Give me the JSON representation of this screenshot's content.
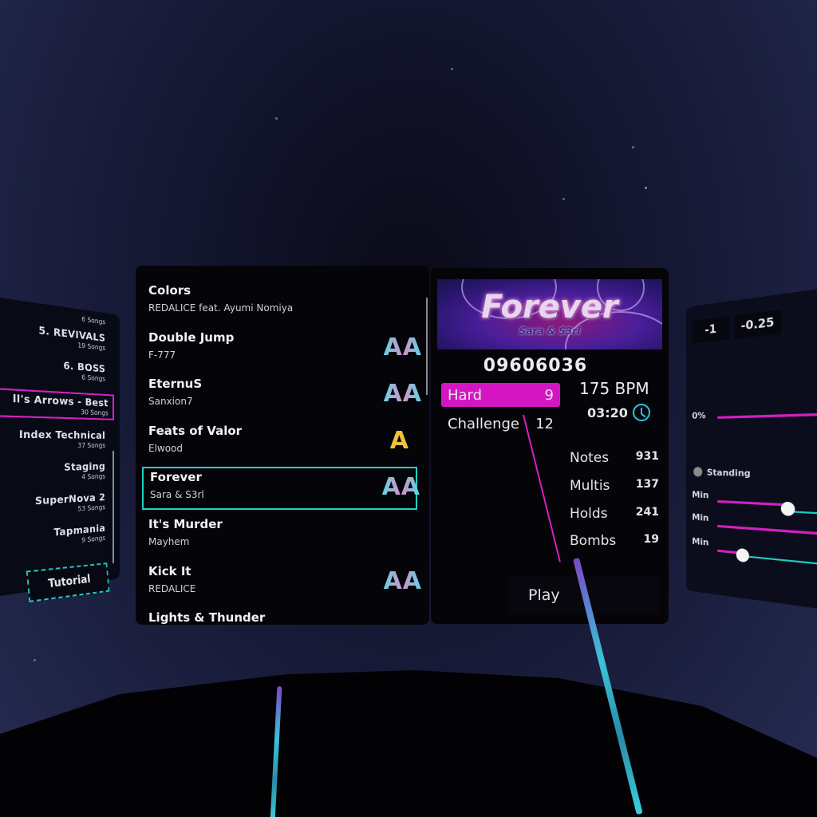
{
  "categories": {
    "items": [
      {
        "name": "",
        "count": "6 Songs"
      },
      {
        "name": "5. REVIVALS",
        "count": "19 Songs"
      },
      {
        "name": "6. BOSS",
        "count": "6 Songs"
      },
      {
        "name": "ll's Arrows - Best",
        "count": "30 Songs",
        "selected": true
      },
      {
        "name": "Index Technical",
        "count": "37 Songs"
      },
      {
        "name": "Staging",
        "count": "4 Songs"
      },
      {
        "name": "SuperNova 2",
        "count": "53 Songs"
      },
      {
        "name": "Tapmania",
        "count": "9 Songs"
      }
    ],
    "tutorial_label": "Tutorial"
  },
  "songs": [
    {
      "title": "Colors",
      "artist": "REDALICE feat. Ayumi Nomiya",
      "grade": ""
    },
    {
      "title": "Double Jump",
      "artist": "F-777",
      "grade": "AA"
    },
    {
      "title": "EternuS",
      "artist": "Sanxion7",
      "grade": "AA"
    },
    {
      "title": "Feats of Valor",
      "artist": "Elwood",
      "grade": "A"
    },
    {
      "title": "Forever",
      "artist": "Sara & S3rl",
      "grade": "AA",
      "selected": true
    },
    {
      "title": "It's Murder",
      "artist": "Mayhem",
      "grade": ""
    },
    {
      "title": "Kick It",
      "artist": "REDALICE",
      "grade": "AA"
    },
    {
      "title": "Lights & Thunder",
      "artist": "",
      "grade": ""
    }
  ],
  "detail": {
    "banner_title": "Forever",
    "banner_artist": "Sara & S3rl",
    "score": "09606036",
    "difficulties": [
      {
        "name": "Hard",
        "level": "9",
        "active": true
      },
      {
        "name": "Challenge",
        "level": "12",
        "active": false
      }
    ],
    "bpm": "175 BPM",
    "duration": "03:20",
    "stats": [
      {
        "label": "Notes",
        "value": "931"
      },
      {
        "label": "Multis",
        "value": "137"
      },
      {
        "label": "Holds",
        "value": "241"
      },
      {
        "label": "Bombs",
        "value": "19"
      }
    ],
    "play_label": "Play"
  },
  "settings": {
    "offset_buttons": [
      "-1",
      "-0.25"
    ],
    "percent_label": "0%",
    "mode_label": "Standing",
    "slider_labels": [
      "Min",
      "Min",
      "Min"
    ]
  },
  "colors": {
    "accent_magenta": "#d316c2",
    "accent_teal": "#1ed1c4",
    "grade_gold": "#f0c23a"
  }
}
